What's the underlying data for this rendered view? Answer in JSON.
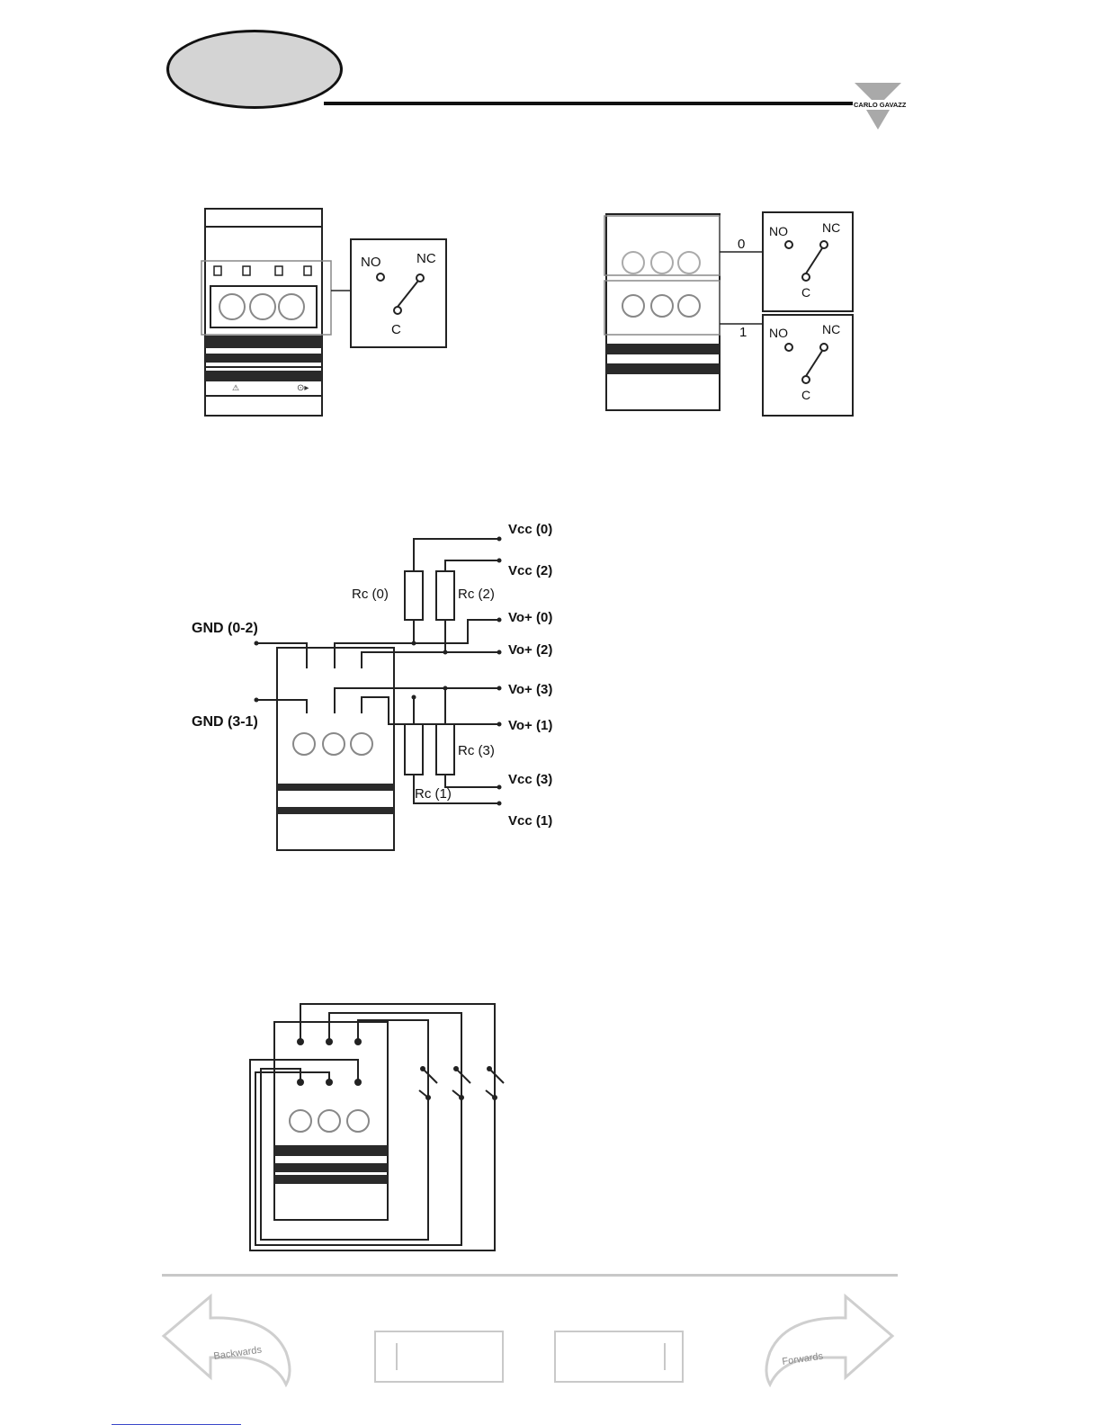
{
  "brand": {
    "name": "CARLO GAVAZZI"
  },
  "figure_relay_single": {
    "contact_no": "NO",
    "contact_nc": "NC",
    "contact_c": "C"
  },
  "figure_relay_dual": {
    "channel_top": "0",
    "channel_bottom": "1",
    "contact_no": "NO",
    "contact_nc": "NC",
    "contact_c": "C"
  },
  "figure_open_collector": {
    "gnd_0_2": "GND (0-2)",
    "gnd_3_1": "GND (3-1)",
    "rc_0": "Rc (0)",
    "rc_2": "Rc (2)",
    "rc_3": "Rc (3)",
    "rc_1": "Rc (1)",
    "vcc_0": "Vcc (0)",
    "vcc_2": "Vcc (2)",
    "vo_0": "Vo+ (0)",
    "vo_2": "Vo+ (2)",
    "vo_3": "Vo+ (3)",
    "vo_1": "Vo+ (1)",
    "vcc_3": "Vcc (3)",
    "vcc_1": "Vcc (1)"
  },
  "navigation": {
    "backward_label": "Backwards",
    "forward_label": "Forwards"
  }
}
